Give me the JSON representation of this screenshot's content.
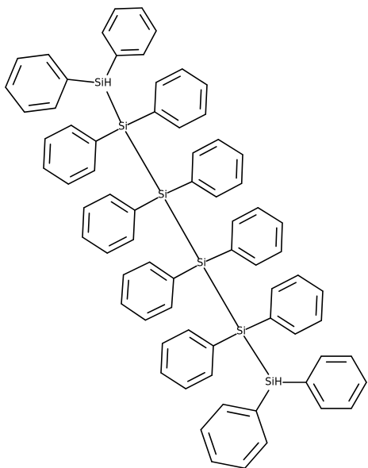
{
  "structure": {
    "line_color": "#000000",
    "background": "#ffffff",
    "atoms": [
      {
        "id": "si1",
        "label": "SiH"
      },
      {
        "id": "si2",
        "label": "Si"
      },
      {
        "id": "si3",
        "label": "Si"
      },
      {
        "id": "si4",
        "label": "Si"
      },
      {
        "id": "si5",
        "label": "Si"
      },
      {
        "id": "si6",
        "label": "SiH"
      }
    ],
    "phenyl_groups": [
      {
        "id": "ph-1",
        "attached_to": "si1"
      },
      {
        "id": "ph-2",
        "attached_to": "si1"
      },
      {
        "id": "ph-3",
        "attached_to": "si2"
      },
      {
        "id": "ph-4",
        "attached_to": "si2"
      },
      {
        "id": "ph-5",
        "attached_to": "si3"
      },
      {
        "id": "ph-6",
        "attached_to": "si3"
      },
      {
        "id": "ph-7",
        "attached_to": "si4"
      },
      {
        "id": "ph-8",
        "attached_to": "si4"
      },
      {
        "id": "ph-9",
        "attached_to": "si5"
      },
      {
        "id": "ph-10",
        "attached_to": "si5"
      },
      {
        "id": "ph-11",
        "attached_to": "si6"
      },
      {
        "id": "ph-12",
        "attached_to": "si6"
      }
    ]
  }
}
